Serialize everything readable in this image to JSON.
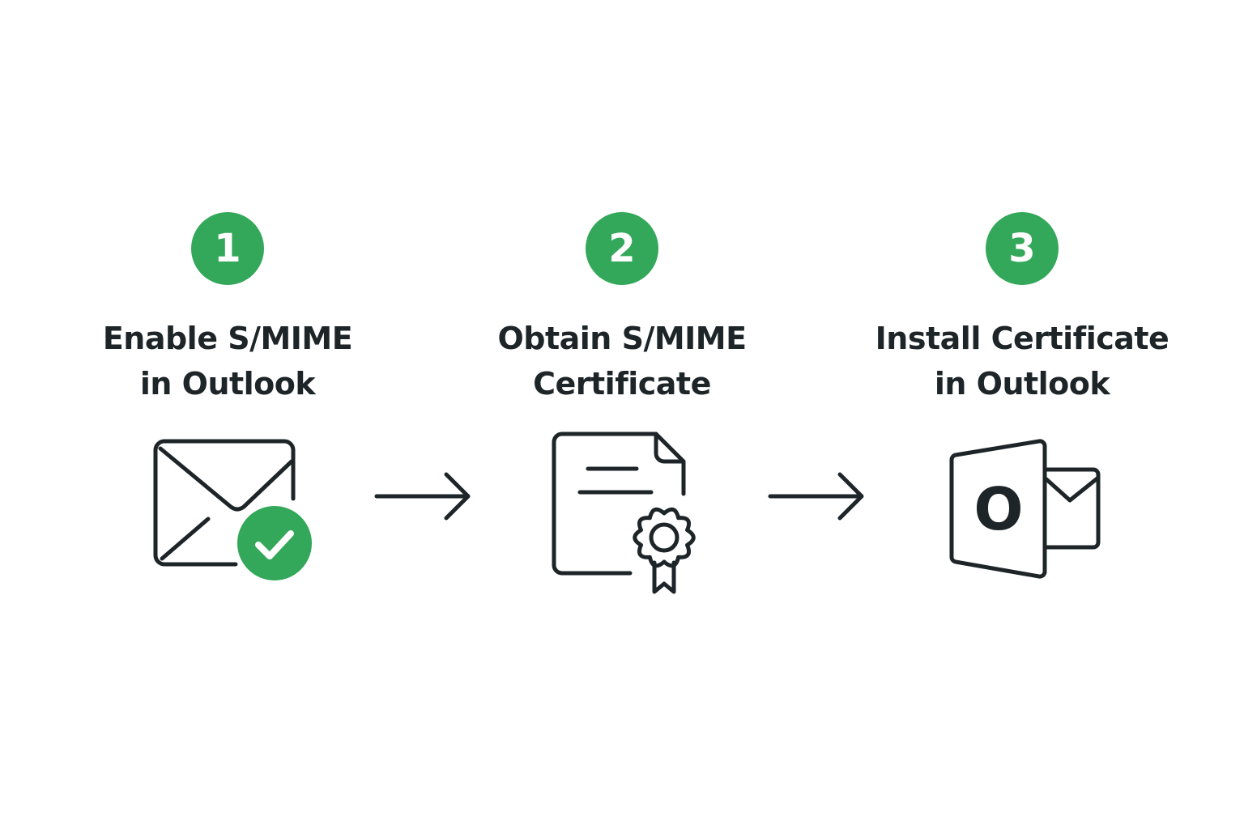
{
  "colors": {
    "accent": "#34a85a",
    "ink": "#1e2528",
    "background": "#ffffff"
  },
  "steps": [
    {
      "number": "1",
      "title_lines": [
        "Enable S/MIME",
        "in Outlook"
      ],
      "icon": "envelope-check-icon"
    },
    {
      "number": "2",
      "title_lines": [
        "Obtain S/MIME",
        "Certificate"
      ],
      "icon": "certificate-document-icon"
    },
    {
      "number": "3",
      "title_lines": [
        "Install Certificate",
        "in Outlook"
      ],
      "icon": "outlook-app-icon"
    }
  ],
  "connectors": [
    "arrow-right-icon",
    "arrow-right-icon"
  ],
  "outlook_letter": "O"
}
